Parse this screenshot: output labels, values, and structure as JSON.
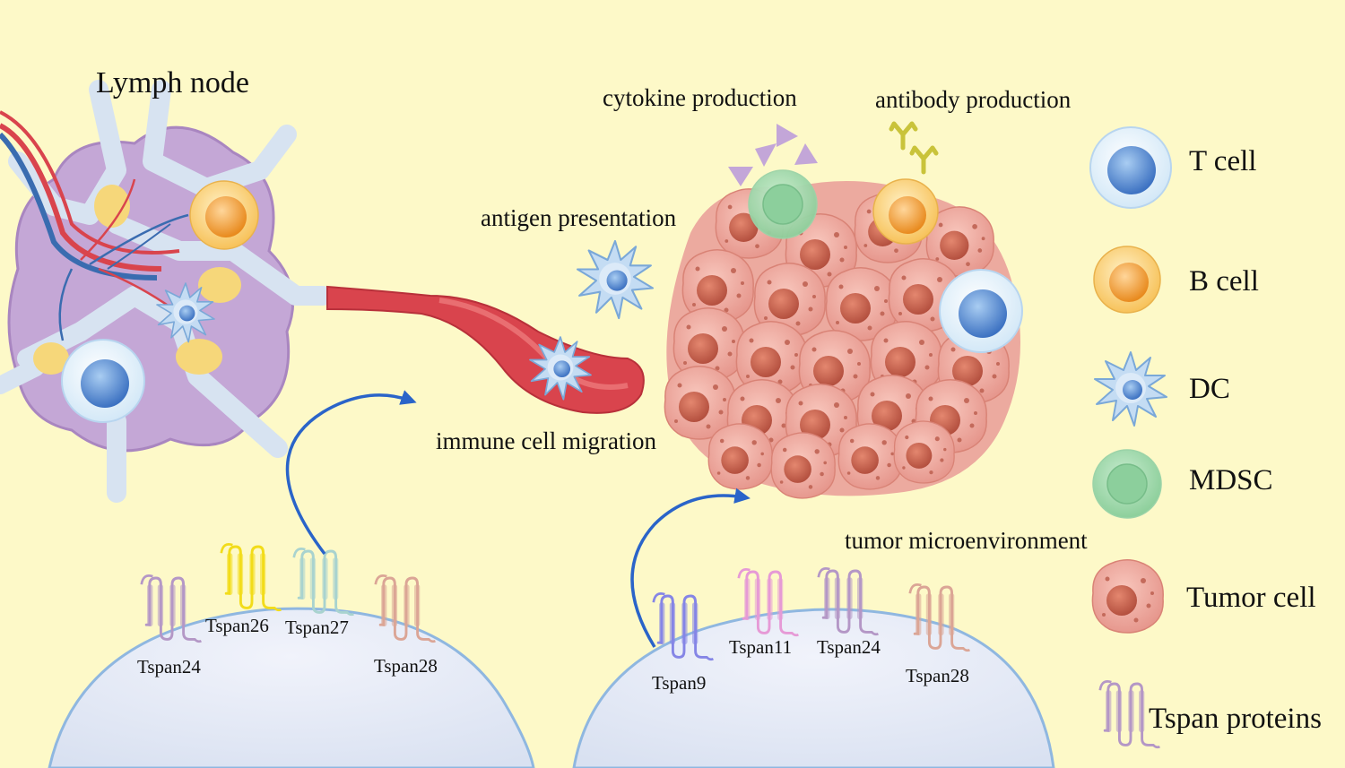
{
  "labels": {
    "lymph_node": "Lymph node",
    "cytokine_production": "cytokine production",
    "antibody_production": "antibody production",
    "antigen_presentation": "antigen presentation",
    "immune_cell_migration": "immune cell migration",
    "tumor_microenvironment": "tumor microenvironment"
  },
  "legend": {
    "t_cell": "T cell",
    "b_cell": "B cell",
    "dc": "DC",
    "mdsc": "MDSC",
    "tumor_cell": "Tumor cell",
    "tspan_proteins": "Tspan proteins"
  },
  "left_cell_proteins": [
    {
      "name": "Tspan24",
      "color": "#b497c6"
    },
    {
      "name": "Tspan26",
      "color": "#f2dc1a"
    },
    {
      "name": "Tspan27",
      "color": "#a9d3cf"
    },
    {
      "name": "Tspan28",
      "color": "#dba596"
    }
  ],
  "right_cell_proteins": [
    {
      "name": "Tspan9",
      "color": "#8585e6"
    },
    {
      "name": "Tspan11",
      "color": "#e69ad6"
    },
    {
      "name": "Tspan24",
      "color": "#b497c6"
    },
    {
      "name": "Tspan28",
      "color": "#dba596"
    }
  ],
  "colors": {
    "background": "#fdf9c8",
    "t_cell": "#4f86cf",
    "b_cell": "#f2a43a",
    "dc": "#6fa4dd",
    "mdsc": "#6fbf8a",
    "tumor_cell": "#e89b8f",
    "vessel": "#d9444d",
    "arrow": "#2a64c9"
  }
}
